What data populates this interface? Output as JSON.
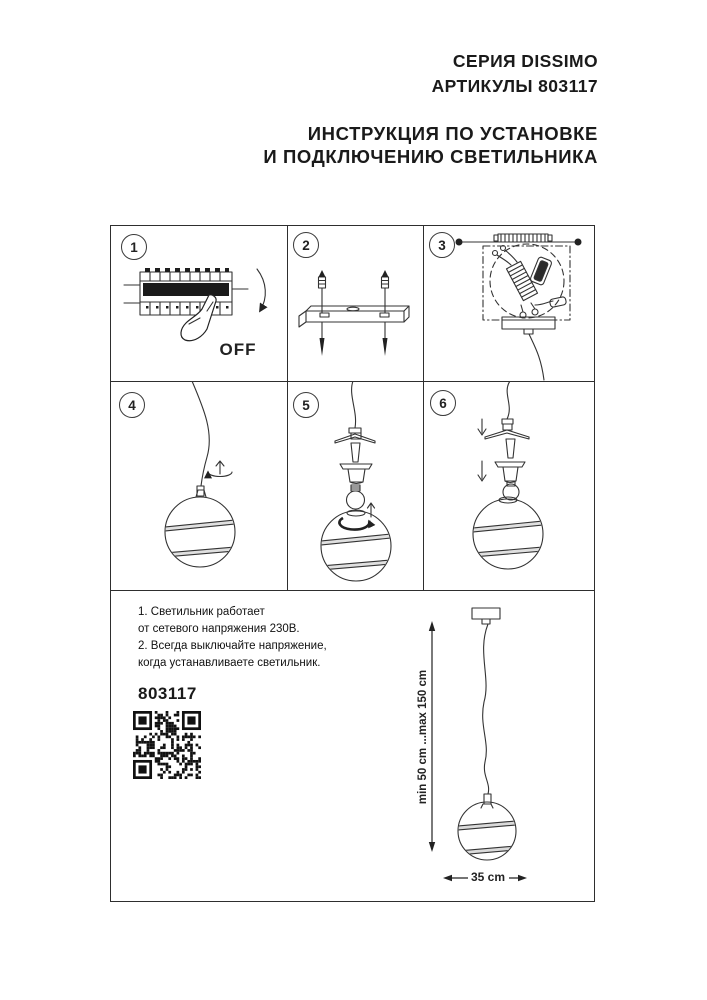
{
  "header": {
    "series": "СЕРИЯ DISSIMO",
    "articles": "АРТИКУЛЫ 803117",
    "instruction": [
      "ИНСТРУКЦИЯ ПО УСТАНОВКЕ",
      "И ПОДКЛЮЧЕНИЮ СВЕТИЛЬНИКА"
    ]
  },
  "steps": [
    {
      "number": "1",
      "off_label": "OFF"
    },
    {
      "number": "2"
    },
    {
      "number": "3"
    },
    {
      "number": "4"
    },
    {
      "number": "5"
    },
    {
      "number": "6"
    }
  ],
  "notes": [
    "1. Светильник работает",
    "от сетевого напряжения 230В.",
    "2. Всегда выключайте напряжение,",
    "когда устанавливаете светильник."
  ],
  "article_number": "803117",
  "dimensions": {
    "suspension_range": "min 50 cm ...max 150 cm",
    "diameter": "35 cm"
  },
  "colors": {
    "ink": "#1a1a1a",
    "line": "#333333"
  }
}
